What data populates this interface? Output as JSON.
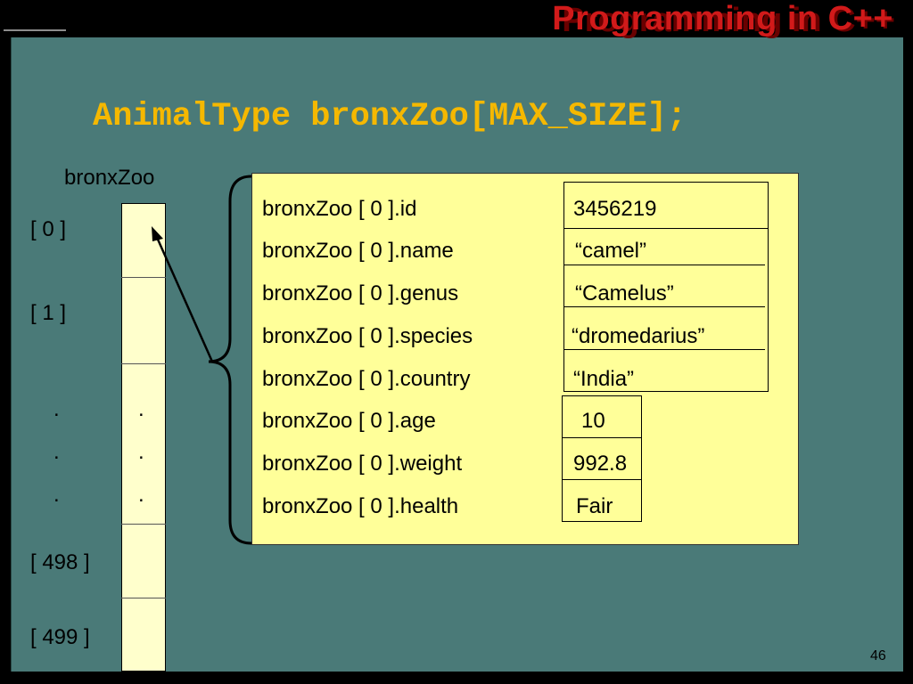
{
  "header": {
    "title": "Programming in C++"
  },
  "code": {
    "declaration": "AnimalType bronxZoo[MAX_SIZE];"
  },
  "array": {
    "name": "bronxZoo",
    "indices": [
      "[ 0 ]",
      "[ 1 ]",
      "[ 498 ]",
      "[ 499 ]"
    ],
    "ellipsis": "."
  },
  "struct": {
    "fields": [
      {
        "name": "bronxZoo [ 0 ].id",
        "value": "3456219"
      },
      {
        "name": "bronxZoo [ 0 ].name",
        "value": "“camel”"
      },
      {
        "name": "bronxZoo [ 0 ].genus",
        "value": "“Camelus”"
      },
      {
        "name": "bronxZoo [ 0 ].species",
        "value": "“dromedarius”"
      },
      {
        "name": "bronxZoo [ 0 ].country",
        "value": "“India”"
      },
      {
        "name": "bronxZoo [ 0 ].age",
        "value": "10"
      },
      {
        "name": "bronxZoo [ 0 ].weight",
        "value": "992.8"
      },
      {
        "name": "bronxZoo [ 0 ].health",
        "value": "Fair"
      }
    ]
  },
  "footer": {
    "page_number": "46"
  },
  "colors": {
    "panel": "#4a7a78",
    "title": "#d11a1a",
    "code": "#f5b800",
    "array_fill": "#ffffcc",
    "struct_fill": "#ffff99"
  }
}
